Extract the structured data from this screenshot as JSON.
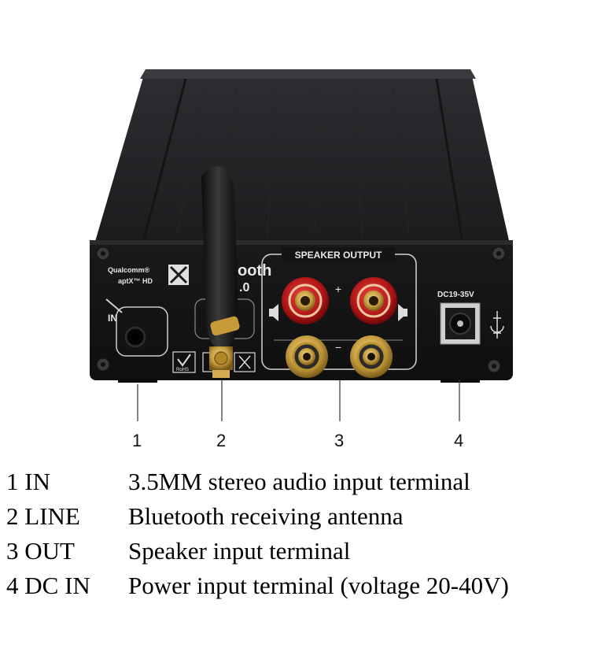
{
  "device": {
    "brand_badge": "Qualcomm®\naptX™ HD",
    "brand_line1": "Qualcomm®",
    "brand_line2": "aptX™ HD",
    "bt_text_partial_1": "ooth",
    "bt_text_partial_2": ".0",
    "in_label": "IN",
    "speaker_output_label": "SPEAKER OUTPUT",
    "plus_sign": "+",
    "minus_sign": "−",
    "dc_label": "DC19-35V",
    "rohs_label": "RoHS"
  },
  "callouts": [
    "1",
    "2",
    "3",
    "4"
  ],
  "legend": [
    {
      "term": "1 IN",
      "description": "3.5MM stereo audio input terminal"
    },
    {
      "term": "2 LINE",
      "description": "Bluetooth receiving antenna"
    },
    {
      "term": "3 OUT",
      "description": "Speaker input terminal"
    },
    {
      "term": "4 DC IN",
      "description": "Power input terminal (voltage 20-40V)"
    }
  ],
  "colors": {
    "chassis": "#1c1c1e",
    "gold": "#c9a043",
    "red_post": "#b51818"
  }
}
